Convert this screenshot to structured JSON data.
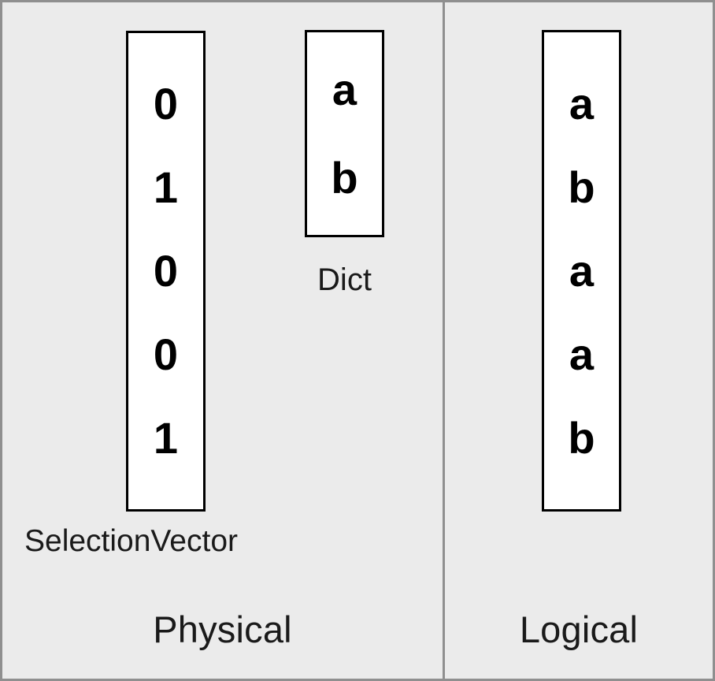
{
  "diagram": {
    "title": "Physical vs Logical representation with SelectionVector and Dict",
    "background_color": "#ebebeb",
    "border_color": "#8f8f8f",
    "box_fill_color": "#ffffff",
    "box_border_color": "#000000",
    "text_color": "#1a1a1a"
  },
  "panels": {
    "physical": {
      "caption": "Physical",
      "boxes": {
        "selection_vector": {
          "caption": "SelectionVector",
          "cells": [
            "0",
            "1",
            "0",
            "0",
            "1"
          ]
        },
        "dict": {
          "caption": "Dict",
          "cells": [
            "a",
            "b"
          ]
        }
      }
    },
    "logical": {
      "caption": "Logical",
      "boxes": {
        "values": {
          "caption": "",
          "cells": [
            "a",
            "b",
            "a",
            "a",
            "b"
          ]
        }
      }
    }
  }
}
